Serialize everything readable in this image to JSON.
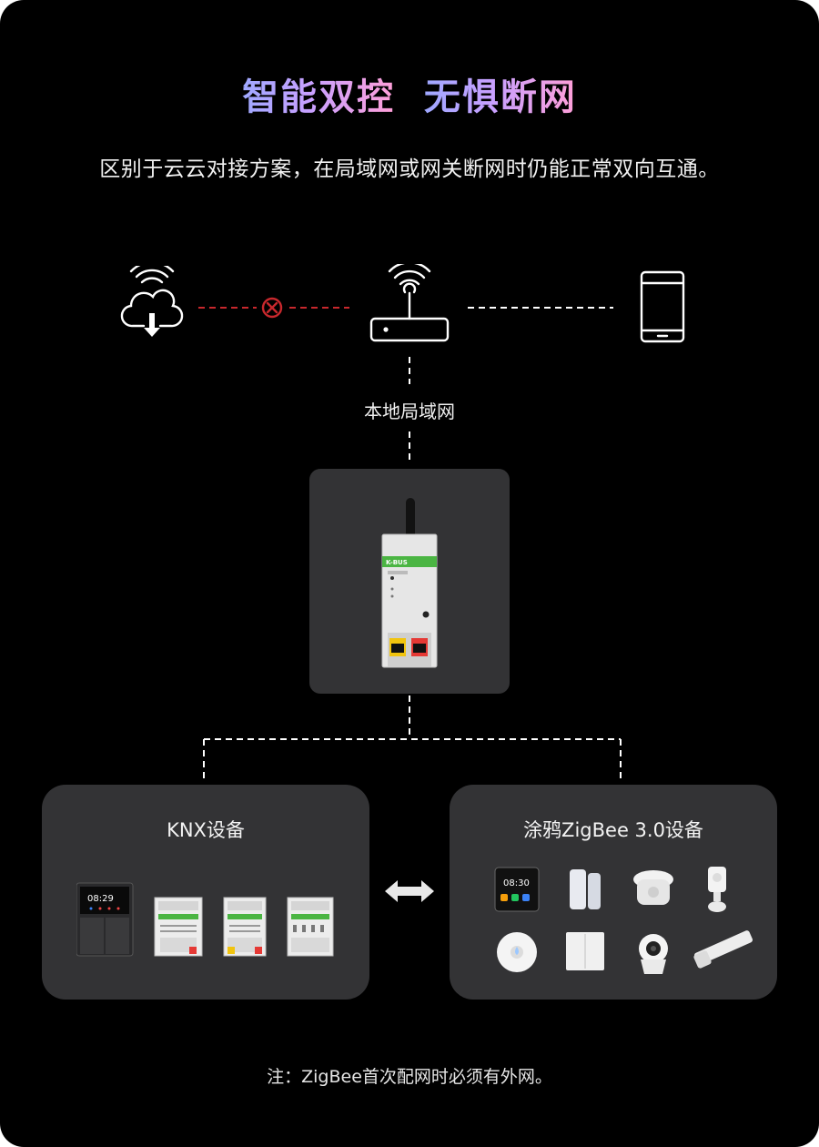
{
  "title": {
    "part1": "智能双控",
    "part2": "无惧断网"
  },
  "subtitle": "区别于云云对接方案，在局域网或网关断网时仍能正常双向互通。",
  "diagram": {
    "lan_label": "本地局域网",
    "gateway": {
      "brand": "K-BUS"
    },
    "knx_panel": {
      "title": "KNX设备"
    },
    "zigbee_panel": {
      "title": "涂鸦ZigBee 3.0设备",
      "display_time": "08:30"
    },
    "knx_panel_display_time": "08:29"
  },
  "note": "注：ZigBee首次配网时必须有外网。",
  "colors": {
    "background": "#000000",
    "card": "#333335",
    "error_link": "#c8282d",
    "gradient_start": "#9fa8ff",
    "gradient_end": "#ff9fd8"
  }
}
